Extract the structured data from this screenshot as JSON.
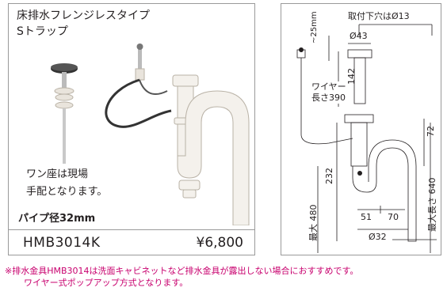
{
  "product": {
    "title": "床排水フレンジレスタイプ",
    "subtitle": "Sトラップ",
    "note_line1": "ワン座は現場",
    "note_line2": "手配となります。",
    "pipe_diameter": "パイプ径32mm",
    "code": "HMB3014K",
    "price": "¥6,800"
  },
  "diagram": {
    "top_label": "取付下穴はØ13",
    "d43": "Ø43",
    "about25": "~25mm",
    "d142": "142",
    "wire_line1": "ワイヤー",
    "wire_line2": "長さ390",
    "d72": "72",
    "d232": "232",
    "max640": "最大長さ 640",
    "max480": "最大 480",
    "d51": "51",
    "d70": "70",
    "d32": "Ø32"
  },
  "footnote": {
    "line1": "※排水金具HMB3014は洗面キャビネットなど排水金具が露出しない場合におすすめです。",
    "line2": "ワイヤー式ポップアップ方式となります。"
  },
  "colors": {
    "border": "#9a9a9a",
    "accent": "#c8006e",
    "fixture": "#f4f1ec"
  }
}
